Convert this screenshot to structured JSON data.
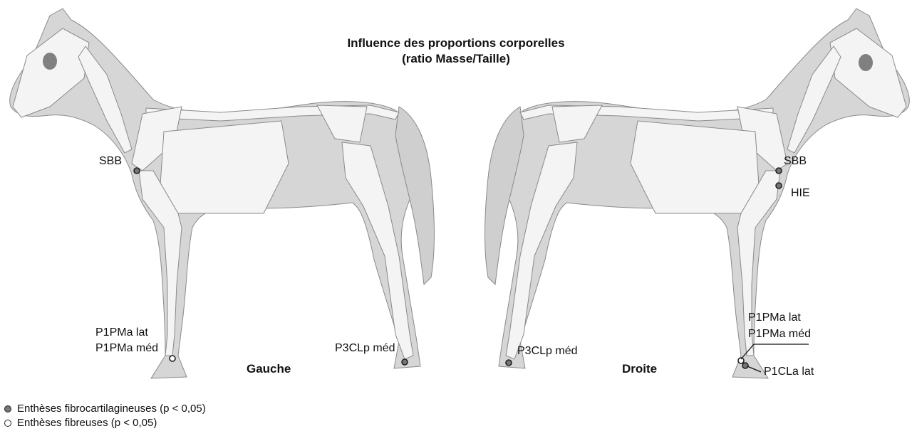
{
  "figure": {
    "title_line1": "Influence des proportions corporelles",
    "title_line2": "(ratio Masse/Taille)"
  },
  "left_view": {
    "side_label": "Gauche",
    "labels": {
      "sbb": "SBB",
      "p1pma_lat": "P1PMa lat",
      "p1pma_med": "P1PMa méd",
      "p3clp_med": "P3CLp méd"
    }
  },
  "right_view": {
    "side_label": "Droite",
    "labels": {
      "sbb": "SBB",
      "hie": "HIE",
      "p3clp_med": "P3CLp méd",
      "p1pma_lat": "P1PMa lat",
      "p1pma_med": "P1PMa méd",
      "p1cla_lat": "P1CLa lat"
    }
  },
  "legend": {
    "fibrocartilaginous": "Enthèses fibrocartilagineuses (p < 0,05)",
    "fibrous": "Enthèses fibreuses (p < 0,05)"
  },
  "colors": {
    "body_fill": "#d6d6d6",
    "bone_fill": "#f4f4f4",
    "outline": "#8a8a8a",
    "fibrocartilaginous_marker": "#777777",
    "fibrous_marker": "#ffffff"
  }
}
